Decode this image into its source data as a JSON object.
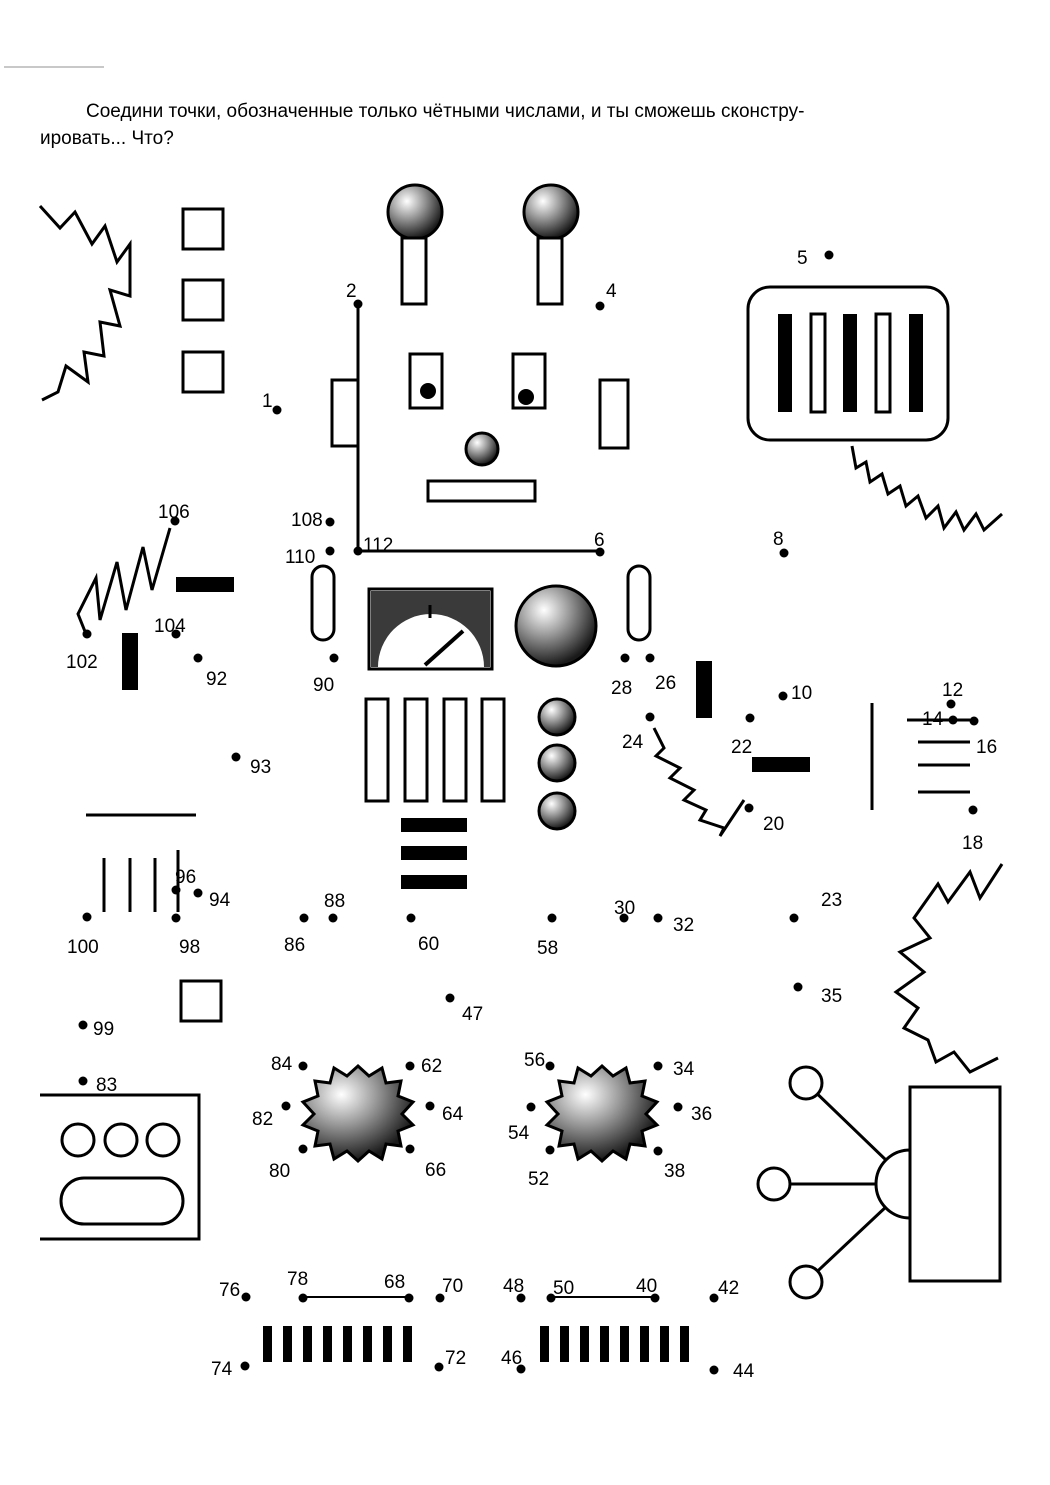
{
  "instruction": {
    "line1": "Соедини точки, обозначенные только чётными числами, и ты сможешь сконстру-",
    "line2": "ировать... Что?"
  },
  "numbers": [
    "1",
    "2",
    "4",
    "5",
    "6",
    "8",
    "10",
    "12",
    "14",
    "16",
    "18",
    "20",
    "22",
    "23",
    "24",
    "26",
    "28",
    "30",
    "32",
    "34",
    "35",
    "36",
    "38",
    "40",
    "42",
    "44",
    "46",
    "47",
    "48",
    "50",
    "52",
    "54",
    "56",
    "58",
    "60",
    "62",
    "64",
    "66",
    "68",
    "70",
    "72",
    "74",
    "76",
    "78",
    "80",
    "82",
    "83",
    "84",
    "86",
    "88",
    "90",
    "92",
    "93",
    "94",
    "96",
    "98",
    "99",
    "100",
    "102",
    "104",
    "106",
    "108",
    "110",
    "112"
  ]
}
